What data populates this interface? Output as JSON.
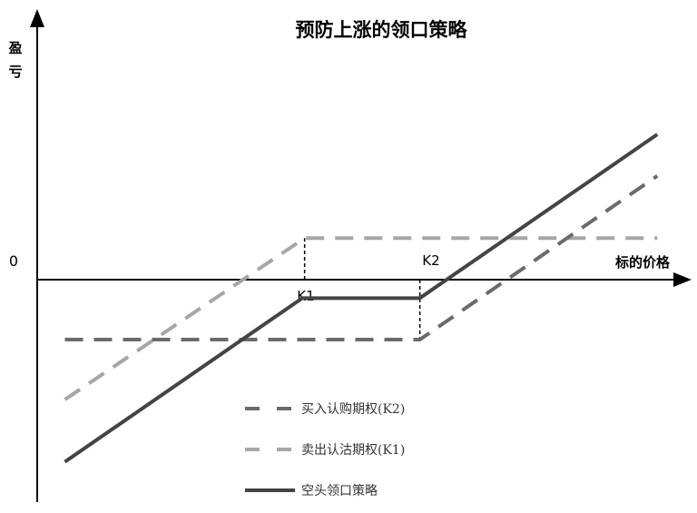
{
  "chart_data": {
    "type": "line",
    "title": "预防上涨的领口策略",
    "ylabel": "盈亏",
    "xlabel": "标的价格",
    "origin_label": "0",
    "strike_labels": {
      "K1": "K1",
      "K2": "K2"
    },
    "strikes": {
      "K1": 11.6,
      "K2": 16.6
    },
    "xlim": [
      0,
      28
    ],
    "ylim": [
      -9.5,
      11.5
    ],
    "grid": false,
    "legend_position": "bottom-center",
    "series": [
      {
        "name": "买入认购期权(K2)",
        "style": "dashed",
        "color": "#6b6b6b",
        "points": [
          [
            1.2,
            -2.6
          ],
          [
            16.6,
            -2.6
          ],
          [
            26.9,
            4.5
          ]
        ]
      },
      {
        "name": "卖出认沽期权(K1)",
        "style": "dashed",
        "color": "#a6a6a6",
        "points": [
          [
            1.2,
            -5.2
          ],
          [
            11.6,
            1.8
          ],
          [
            26.9,
            1.8
          ]
        ]
      },
      {
        "name": "空头领口策略",
        "style": "solid",
        "color": "#444444",
        "points": [
          [
            1.2,
            -7.9
          ],
          [
            11.5,
            -0.8
          ],
          [
            16.6,
            -0.8
          ],
          [
            26.9,
            6.3
          ]
        ]
      }
    ]
  }
}
